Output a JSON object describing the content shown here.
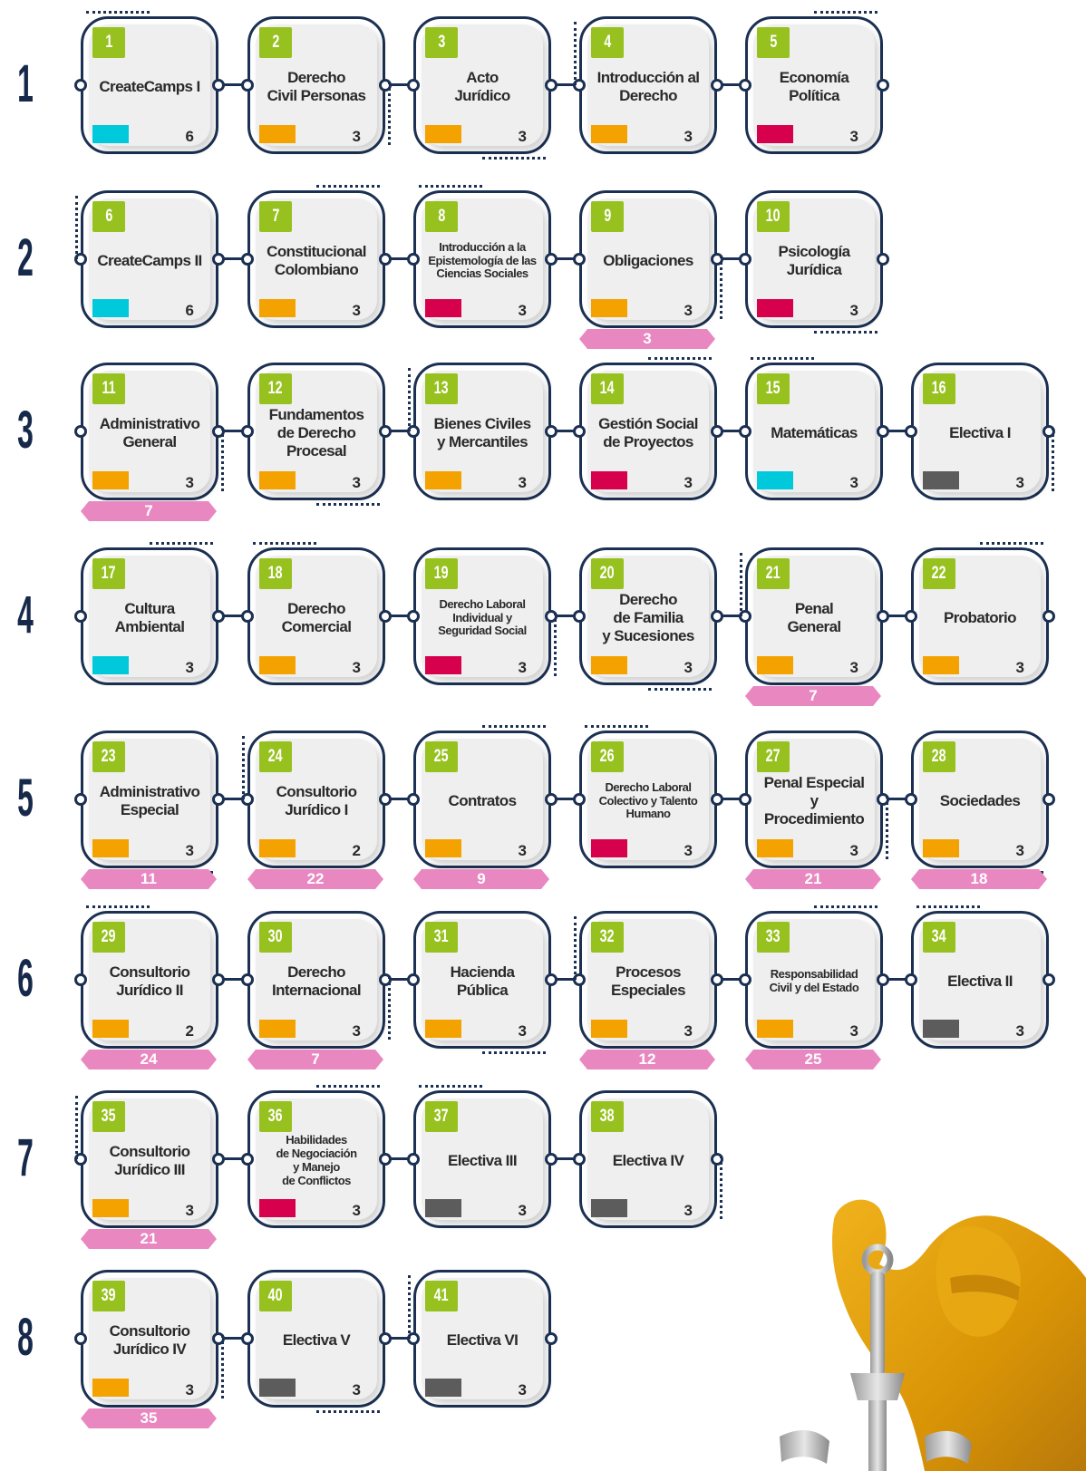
{
  "colors": {
    "teal": "#00c9dc",
    "orange": "#f3a200",
    "crimson": "#d6004c",
    "gray": "#5c5c5c",
    "green_badge": "#97c11f",
    "prereq_pink": "#e987c1",
    "navy": "#1b3052"
  },
  "semesters": [
    {
      "label": "1",
      "courses": [
        {
          "num": "1",
          "title": "CreateCamps I",
          "credits": "6",
          "area": "teal"
        },
        {
          "num": "2",
          "title": "Derecho\nCivil Personas",
          "credits": "3",
          "area": "orange"
        },
        {
          "num": "3",
          "title": "Acto\nJurídico",
          "credits": "3",
          "area": "orange"
        },
        {
          "num": "4",
          "title": "Introducción al\nDerecho",
          "credits": "3",
          "area": "orange"
        },
        {
          "num": "5",
          "title": "Economía\nPolítica",
          "credits": "3",
          "area": "crimson"
        }
      ]
    },
    {
      "label": "2",
      "courses": [
        {
          "num": "6",
          "title": "CreateCamps II",
          "credits": "6",
          "area": "teal"
        },
        {
          "num": "7",
          "title": "Constitucional\nColombiano",
          "credits": "3",
          "area": "orange"
        },
        {
          "num": "8",
          "title": "Introducción a la\nEpistemología de las\nCiencias Sociales",
          "credits": "3",
          "area": "crimson",
          "small": true
        },
        {
          "num": "9",
          "title": "Obligaciones",
          "credits": "3",
          "area": "orange",
          "prereq": "3"
        },
        {
          "num": "10",
          "title": "Psicología\nJurídica",
          "credits": "3",
          "area": "crimson"
        }
      ]
    },
    {
      "label": "3",
      "courses": [
        {
          "num": "11",
          "title": "Administrativo\nGeneral",
          "credits": "3",
          "area": "orange",
          "prereq": "7"
        },
        {
          "num": "12",
          "title": "Fundamentos\nde Derecho\nProcesal",
          "credits": "3",
          "area": "orange"
        },
        {
          "num": "13",
          "title": "Bienes Civiles\ny Mercantiles",
          "credits": "3",
          "area": "orange"
        },
        {
          "num": "14",
          "title": "Gestión Social\nde Proyectos",
          "credits": "3",
          "area": "crimson"
        },
        {
          "num": "15",
          "title": "Matemáticas",
          "credits": "3",
          "area": "teal"
        },
        {
          "num": "16",
          "title": "Electiva I",
          "credits": "3",
          "area": "gray"
        }
      ]
    },
    {
      "label": "4",
      "courses": [
        {
          "num": "17",
          "title": "Cultura\nAmbiental",
          "credits": "3",
          "area": "teal"
        },
        {
          "num": "18",
          "title": "Derecho\nComercial",
          "credits": "3",
          "area": "orange"
        },
        {
          "num": "19",
          "title": "Derecho Laboral\nIndividual y\nSeguridad Social",
          "credits": "3",
          "area": "crimson",
          "small": true
        },
        {
          "num": "20",
          "title": "Derecho\nde Familia\ny Sucesiones",
          "credits": "3",
          "area": "orange"
        },
        {
          "num": "21",
          "title": "Penal\nGeneral",
          "credits": "3",
          "area": "orange",
          "prereq": "7"
        },
        {
          "num": "22",
          "title": "Probatorio",
          "credits": "3",
          "area": "orange"
        }
      ]
    },
    {
      "label": "5",
      "courses": [
        {
          "num": "23",
          "title": "Administrativo\nEspecial",
          "credits": "3",
          "area": "orange",
          "prereq": "11"
        },
        {
          "num": "24",
          "title": "Consultorio\nJurídico I",
          "credits": "2",
          "area": "orange",
          "prereq": "22"
        },
        {
          "num": "25",
          "title": "Contratos",
          "credits": "3",
          "area": "orange",
          "prereq": "9"
        },
        {
          "num": "26",
          "title": "Derecho Laboral\nColectivo y Talento\nHumano",
          "credits": "3",
          "area": "crimson",
          "small": true
        },
        {
          "num": "27",
          "title": "Penal Especial y\nProcedimiento",
          "credits": "3",
          "area": "orange",
          "prereq": "21"
        },
        {
          "num": "28",
          "title": "Sociedades",
          "credits": "3",
          "area": "orange",
          "prereq": "18"
        }
      ]
    },
    {
      "label": "6",
      "courses": [
        {
          "num": "29",
          "title": "Consultorio\nJurídico II",
          "credits": "2",
          "area": "orange",
          "prereq": "24"
        },
        {
          "num": "30",
          "title": "Derecho\nInternacional",
          "credits": "3",
          "area": "orange",
          "prereq": "7"
        },
        {
          "num": "31",
          "title": "Hacienda\nPública",
          "credits": "3",
          "area": "orange"
        },
        {
          "num": "32",
          "title": "Procesos\nEspeciales",
          "credits": "3",
          "area": "orange",
          "prereq": "12"
        },
        {
          "num": "33",
          "title": "Responsabilidad\nCivil y del Estado",
          "credits": "3",
          "area": "orange",
          "prereq": "25",
          "small": true
        },
        {
          "num": "34",
          "title": "Electiva II",
          "credits": "3",
          "area": "gray"
        }
      ]
    },
    {
      "label": "7",
      "courses": [
        {
          "num": "35",
          "title": "Consultorio\nJurídico III",
          "credits": "3",
          "area": "orange",
          "prereq": "21"
        },
        {
          "num": "36",
          "title": "Habilidades\nde Negociación\ny Manejo\nde Conflictos",
          "credits": "3",
          "area": "crimson",
          "small": true
        },
        {
          "num": "37",
          "title": "Electiva III",
          "credits": "3",
          "area": "gray"
        },
        {
          "num": "38",
          "title": "Electiva IV",
          "credits": "3",
          "area": "gray"
        }
      ]
    },
    {
      "label": "8",
      "courses": [
        {
          "num": "39",
          "title": "Consultorio\nJurídico IV",
          "credits": "3",
          "area": "orange",
          "prereq": "35"
        },
        {
          "num": "40",
          "title": "Electiva V",
          "credits": "3",
          "area": "gray"
        },
        {
          "num": "41",
          "title": "Electiva VI",
          "credits": "3",
          "area": "gray"
        }
      ]
    }
  ]
}
